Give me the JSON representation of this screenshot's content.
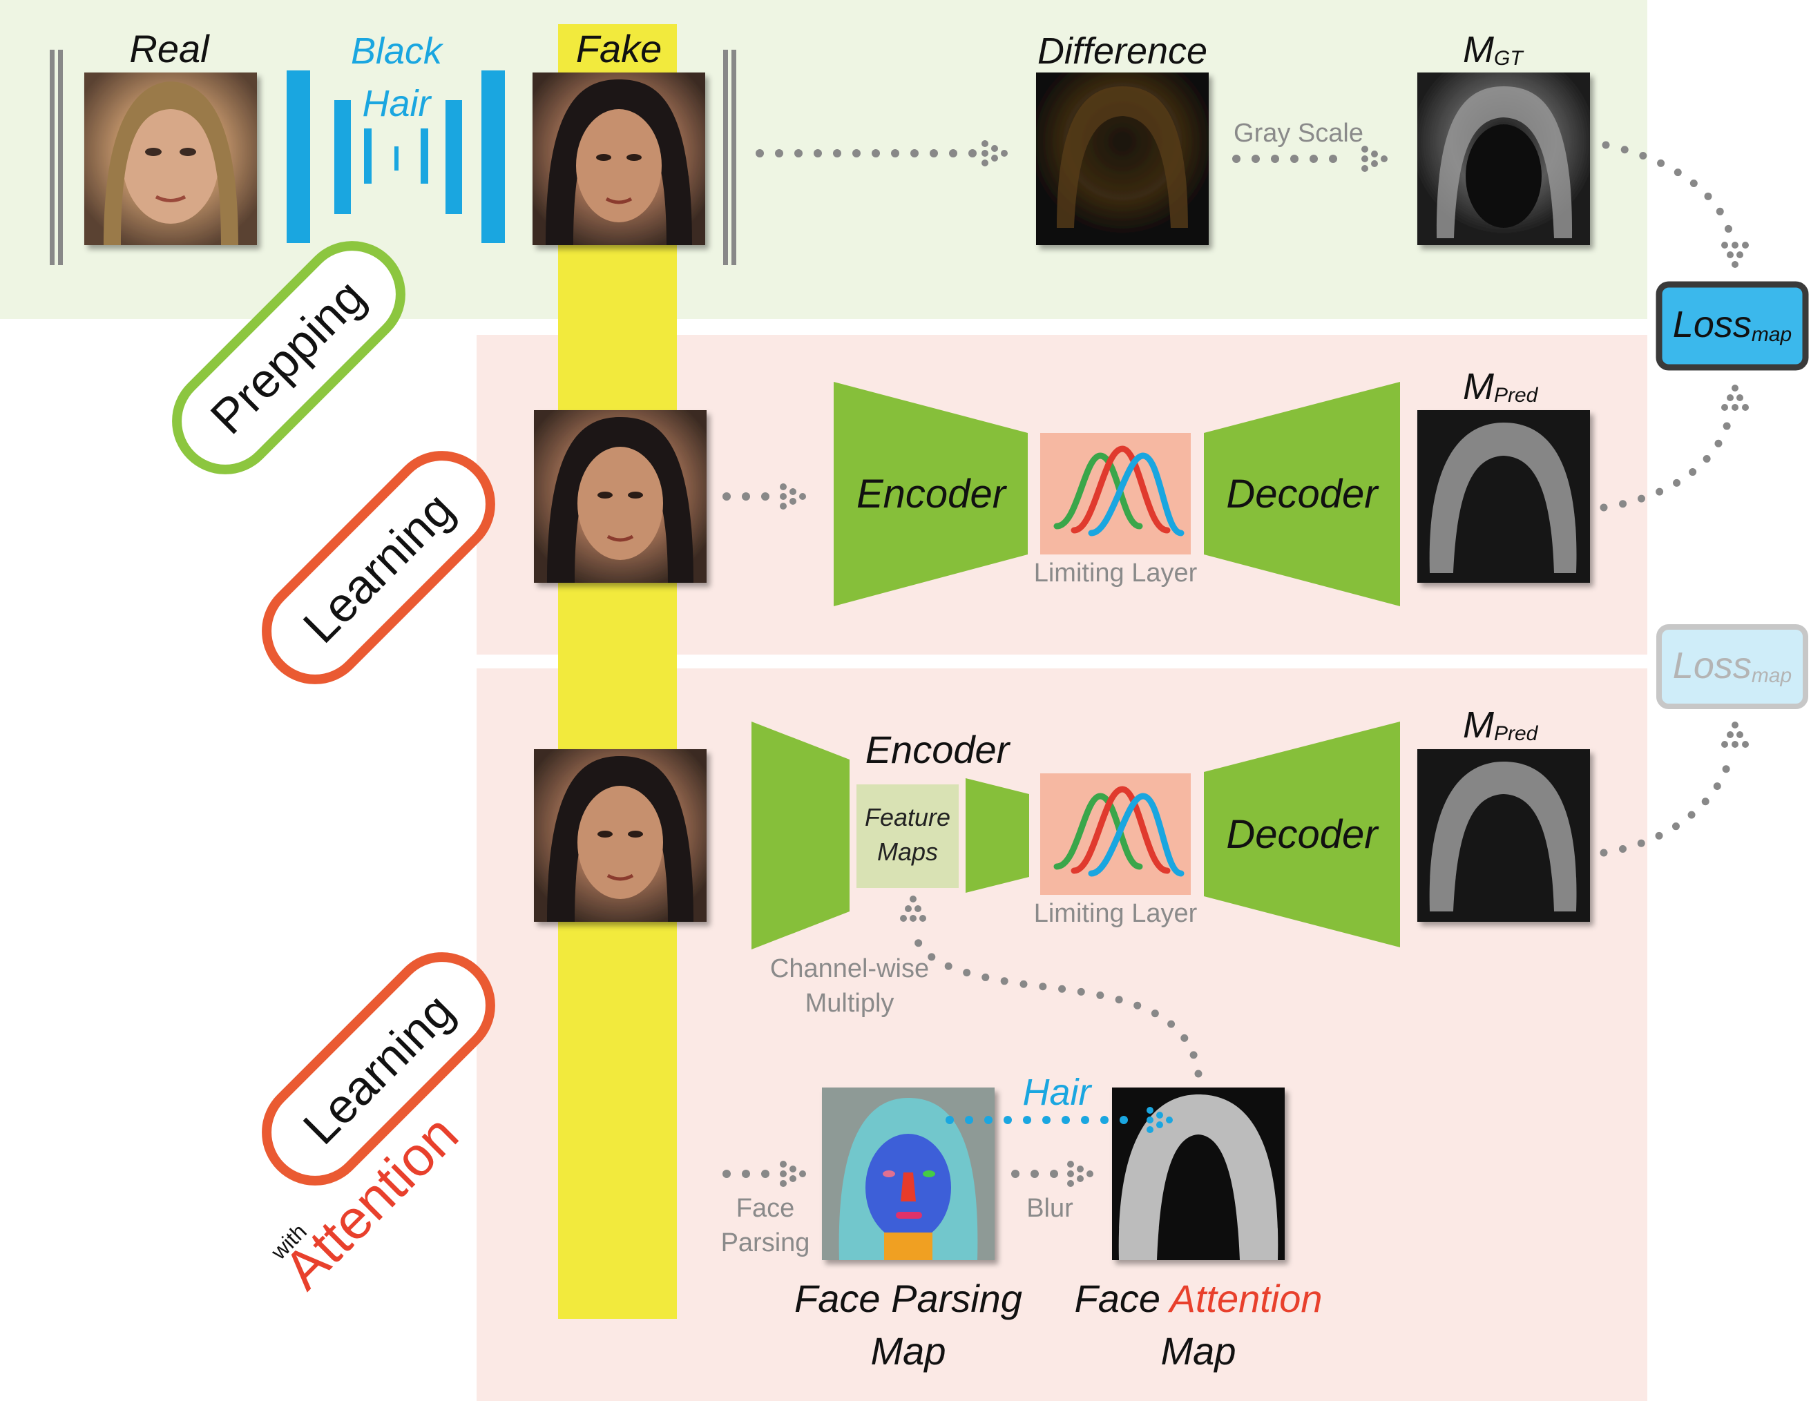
{
  "labels": {
    "real": "Real",
    "black": "Black",
    "hair": "Hair",
    "fake": "Fake",
    "difference": "Difference",
    "gray_scale": "Gray Scale",
    "m_gt_main": "M",
    "m_gt_sub": "GT",
    "loss_main": "Loss",
    "loss_sub": "map",
    "m_pred_main": "M",
    "m_pred_sub": "Pred",
    "encoder": "Encoder",
    "decoder": "Decoder",
    "limiting_layer": "Limiting Layer",
    "feature": "Feature",
    "maps": "Maps",
    "channel_wise": "Channel-wise",
    "multiply": "Multiply",
    "hair_attn": "Hair",
    "face": "Face",
    "parsing": "Parsing",
    "blur": "Blur",
    "face_parsing": "Face Parsing",
    "map": "Map",
    "face_word": "Face",
    "attention_word": "Attention"
  },
  "pills": {
    "prepping": "Prepping",
    "learning": "Learning",
    "learning2": "Learning",
    "with": "with",
    "attention": "Attention"
  },
  "colors": {
    "prep_bg": "#eef5e3",
    "learn_bg": "#fbe9e5",
    "fake_band": "#f2ea3d",
    "green_block": "#86bf3a",
    "peach": "#f6b8a2",
    "blue": "#1aa6e0",
    "red": "#e8402c",
    "pill_green": "#8cc63f",
    "pill_red": "#ea5a32",
    "gray_text": "#8a8a8a",
    "dots": "#888888"
  }
}
